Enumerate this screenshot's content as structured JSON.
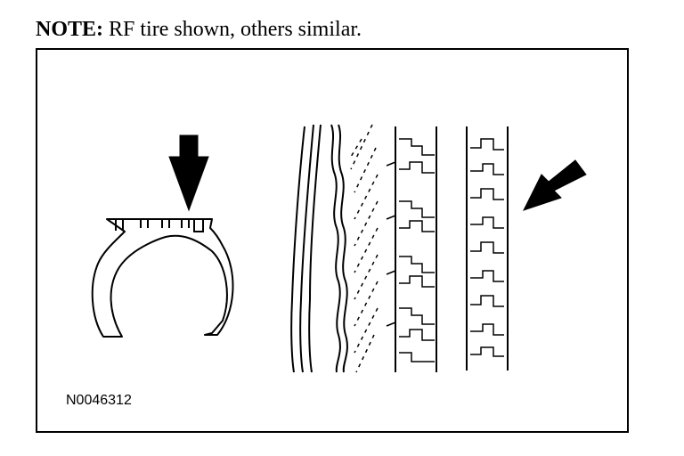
{
  "note": {
    "label": "NOTE:",
    "text": "RF tire shown, others similar."
  },
  "figure": {
    "id_label": "N0046312",
    "icons": {
      "tire_section": "tire-cross-section-icon",
      "tread": "tread-pattern-icon",
      "arrow": "pointer-arrow-icon"
    },
    "colors": {
      "ink": "#000000",
      "paper": "#ffffff"
    }
  }
}
